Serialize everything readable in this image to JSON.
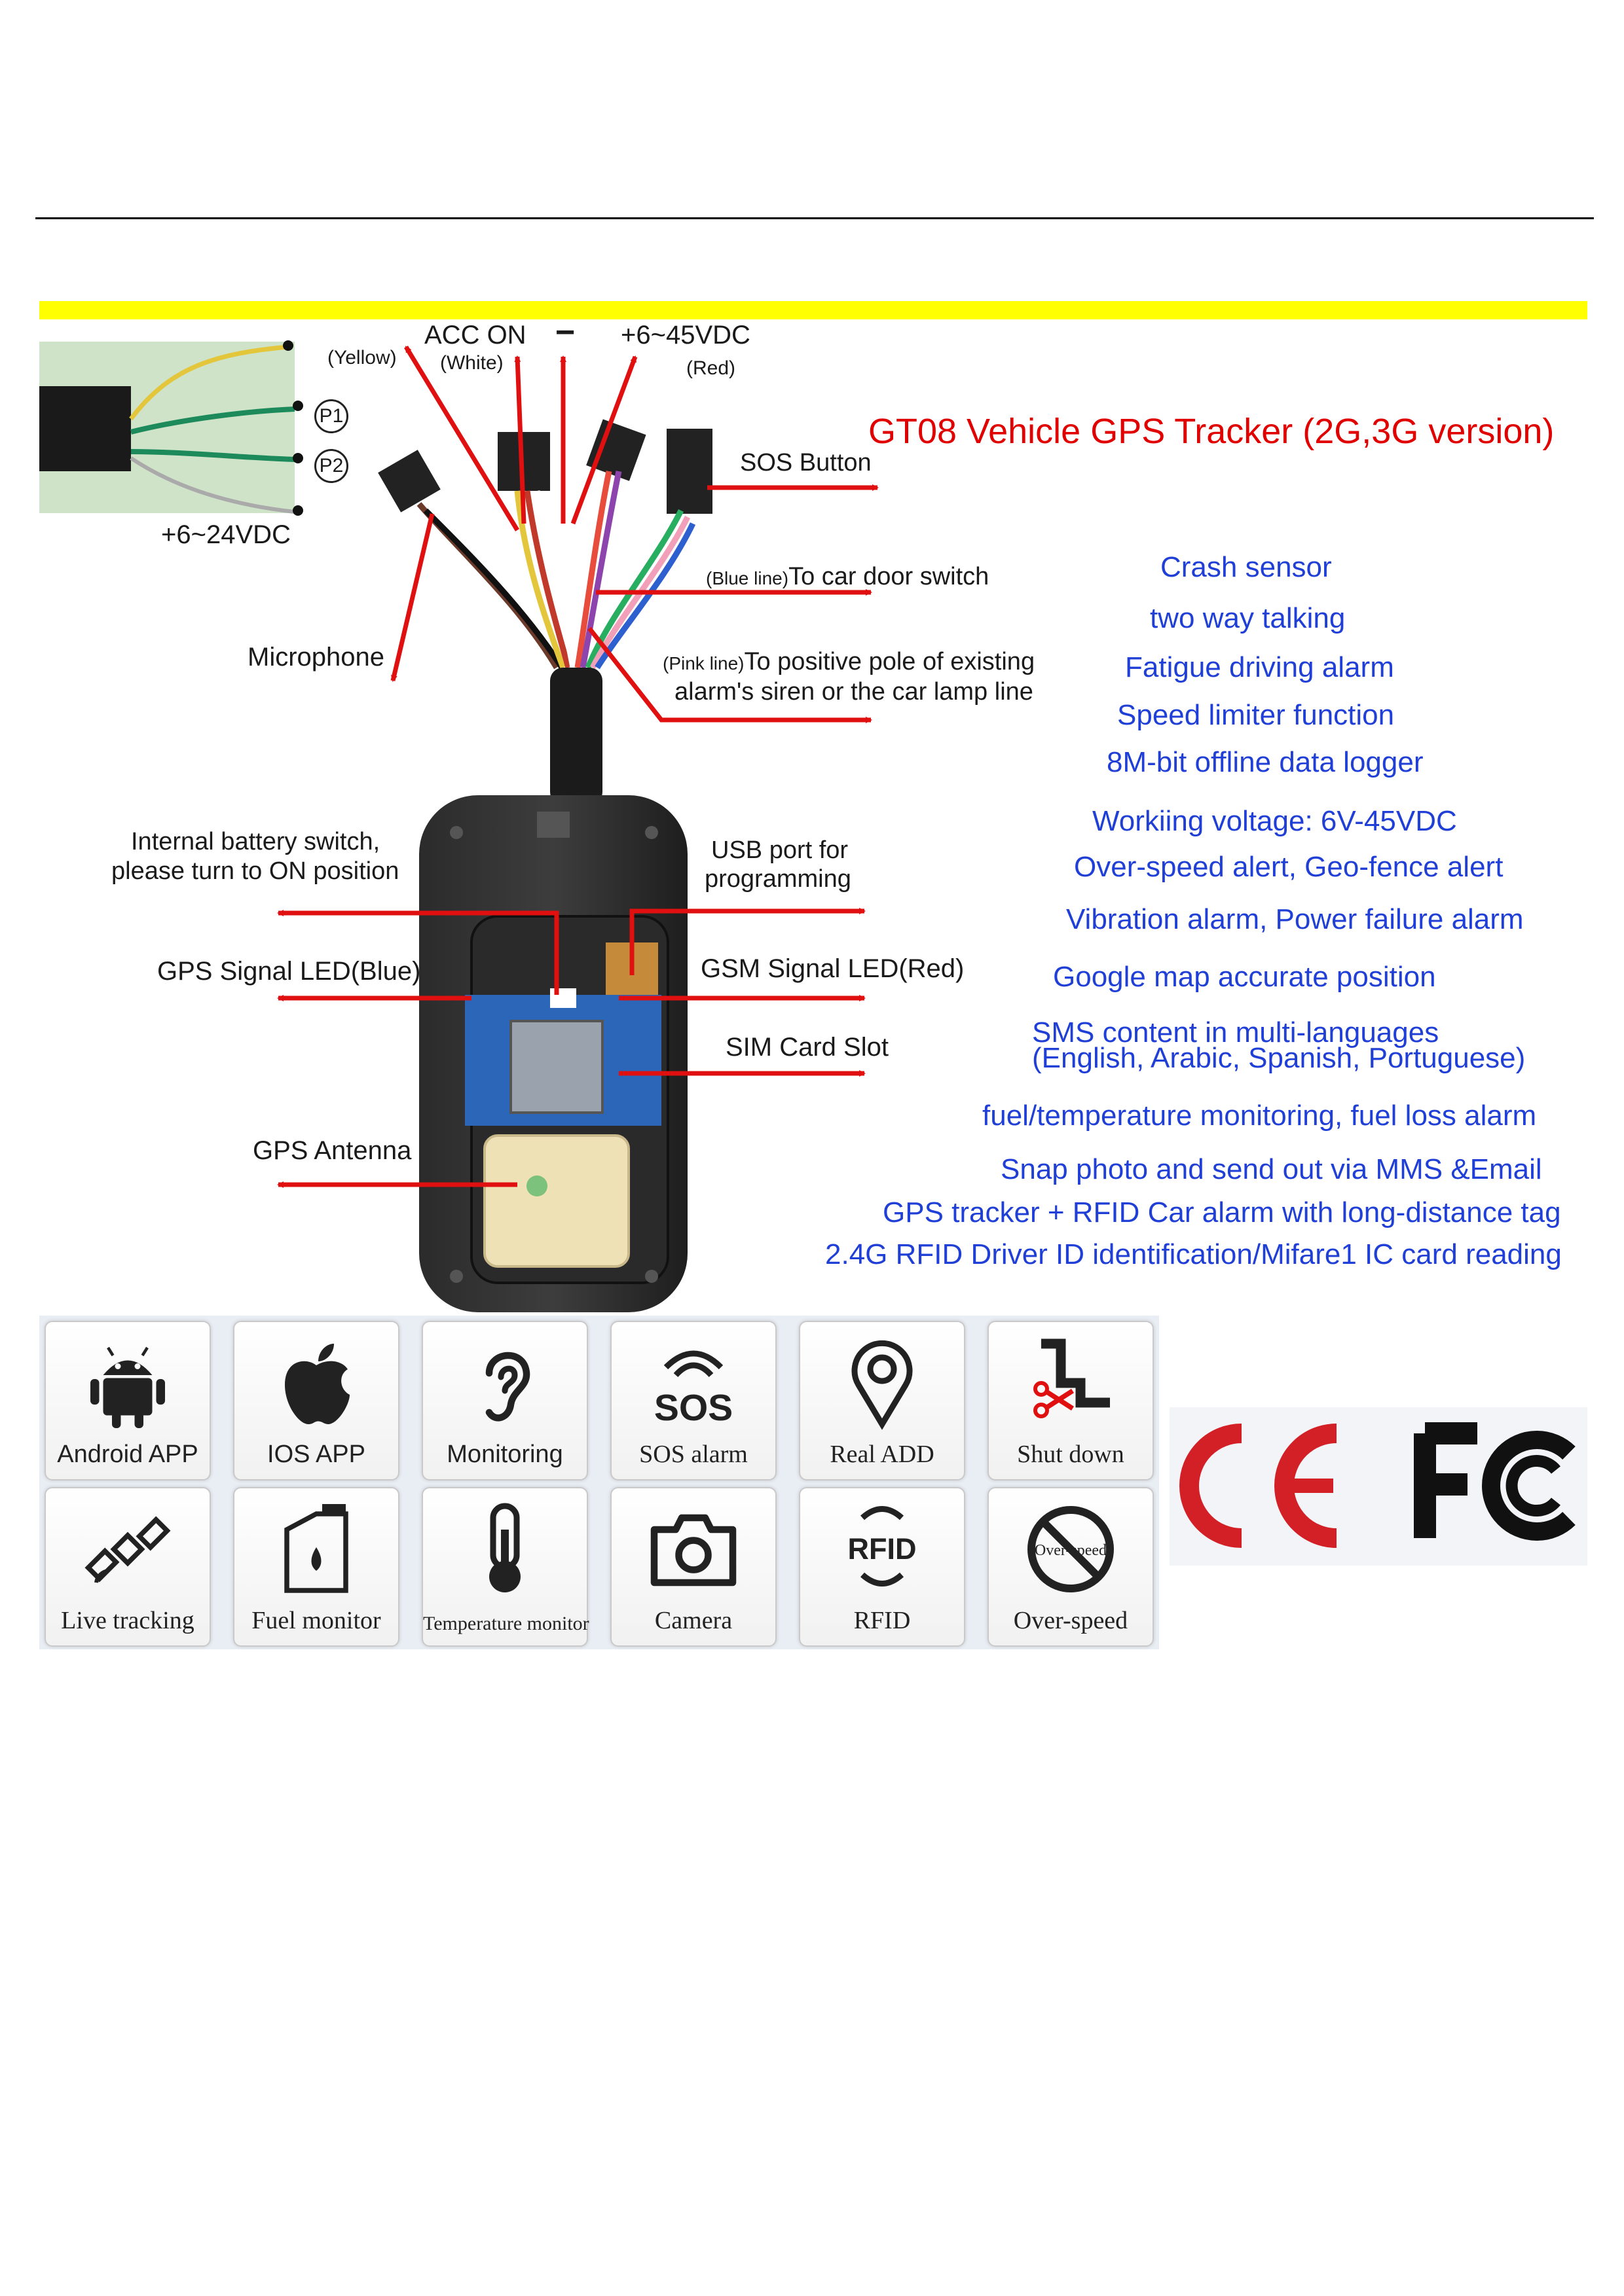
{
  "heading": {
    "title": "GT08 Vehicle GPS Tracker (2G,3G version)"
  },
  "wiring": {
    "yellow": "(Yellow)",
    "p1": "P1",
    "p2": "P2",
    "plus_6_24": "+6~24VDC",
    "acc_on": "ACC ON",
    "white": "(White)",
    "minus": "−",
    "plus_6_45": "+6~45VDC",
    "red": "(Red)",
    "sos_button": "SOS Button",
    "blue_line_small": "(Blue line)",
    "blue_line_text": "To car door switch",
    "pink_line_small": "(Pink line)",
    "pink_line_text_1": "To positive pole of existing",
    "pink_line_text_2": "alarm's siren or the car lamp line",
    "microphone": "Microphone"
  },
  "device": {
    "battery_1": "Internal battery switch,",
    "battery_2": "please turn to ON position",
    "usb_1": "USB port for",
    "usb_2": "programming",
    "gps_led": "GPS Signal LED(Blue)",
    "gsm_led": "GSM Signal LED(Red)",
    "sim_slot": "SIM Card Slot",
    "gps_antenna": "GPS Antenna"
  },
  "features": [
    "Crash sensor",
    "two way talking",
    "Fatigue driving alarm",
    "Speed limiter function",
    "8M-bit offline data logger",
    "Workiing voltage: 6V-45VDC",
    "Over-speed alert, Geo-fence alert",
    "Vibration alarm, Power failure alarm",
    "Google map accurate position",
    "SMS content in multi-languages",
    "(English, Arabic, Spanish, Portuguese)",
    "fuel/temperature monitoring, fuel loss alarm",
    "Snap photo and send out via MMS &Email",
    "GPS tracker + RFID Car alarm with long-distance tag",
    "2.4G RFID Driver ID identification/Mifare1 IC card reading"
  ],
  "tiles": [
    {
      "label": "Android APP",
      "icon": "android-icon"
    },
    {
      "label": "IOS APP",
      "icon": "apple-icon"
    },
    {
      "label": "Monitoring",
      "icon": "ear-icon"
    },
    {
      "label": "SOS alarm",
      "icon": "sos-icon",
      "icon_text": "SOS"
    },
    {
      "label": "Real ADD",
      "icon": "map-pin-icon"
    },
    {
      "label": "Shut down",
      "icon": "cut-wire-icon"
    },
    {
      "label": "Live tracking",
      "icon": "satellite-icon"
    },
    {
      "label": "Fuel monitor",
      "icon": "fuel-can-icon"
    },
    {
      "label": "Temperature monitor",
      "icon": "thermometer-icon"
    },
    {
      "label": "Camera",
      "icon": "camera-icon"
    },
    {
      "label": "RFID",
      "icon": "rfid-icon",
      "icon_text": "RFID"
    },
    {
      "label": "Over-speed",
      "icon": "no-overspeed-icon",
      "icon_text": "Over-speed"
    }
  ],
  "certifications": {
    "ce": "CE",
    "fcc": "FC"
  },
  "colors": {
    "title_red": "#e00000",
    "feature_blue": "#1f3fd6",
    "arrow_red": "#e01010",
    "highlight_yellow": "#ffff00"
  }
}
